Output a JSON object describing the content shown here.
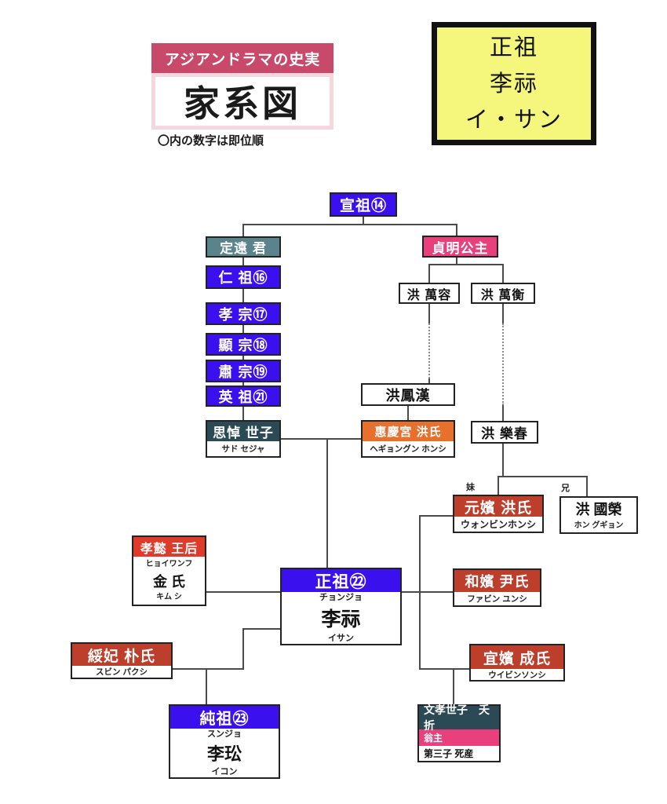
{
  "header": {
    "badge": "アジアンドラマの史実",
    "title": "家系図",
    "note": "〇内の数字は即位順"
  },
  "subject": {
    "line1": "正祖",
    "line2": "李祘",
    "line3": "イ・サン"
  },
  "labels": {
    "younger_sister": "妹",
    "older_brother": "兄"
  },
  "colors": {
    "king_blue": "#3b10ee",
    "princess_pink": "#e8407c",
    "consort_brick": "#bd3e2b",
    "queen_red": "#e03a2a",
    "crown_prince_teal": "#2b4a55",
    "prince_slate": "#5b838c",
    "hyegyeong_orange": "#e7702d",
    "badge_rose": "#c9496b",
    "subject_yellow": "#f5f67c",
    "line_gray": "#4a4a4a"
  },
  "tree": {
    "seonjo": {
      "label": "宣祖⑭"
    },
    "jeongwon": {
      "label": "定遠 君"
    },
    "jeongmyeong": {
      "label": "貞明公主"
    },
    "injo": {
      "label": "仁 祖⑯"
    },
    "hyojong": {
      "label": "孝 宗⑰"
    },
    "hyeonjong": {
      "label": "顯 宗⑱"
    },
    "sukjong": {
      "label": "肅 宗⑲"
    },
    "yeongjo": {
      "label": "英 祖㉑"
    },
    "hong_manyong": {
      "label": "洪 萬容"
    },
    "hong_manhyeong": {
      "label": "洪 萬衡"
    },
    "hong_bonghan": {
      "label": "洪鳳漢"
    },
    "sado": {
      "label": "思悼 世子",
      "sub": "サド セジャ"
    },
    "hyegyeonggung": {
      "label": "惠慶宮 洪氏",
      "sub": "ヘギョングン ホンシ"
    },
    "hong_nakchun": {
      "label": "洪 樂春"
    },
    "wonbin": {
      "label": "元嬪 洪氏",
      "sub": "ウォンビンホンシ"
    },
    "hong_gugyeong": {
      "label": "洪 國榮",
      "sub": "ホン グギョン"
    },
    "hyoui": {
      "label": "孝懿 王后",
      "sub1": "ヒョイワンフ",
      "name": "金 氏",
      "sub2": "キム シ"
    },
    "jeongjo": {
      "label": "正祖㉒",
      "sub1": "チョンジョ",
      "name": "李祘",
      "sub2": "イサン"
    },
    "hwabin": {
      "label": "和嬪 尹氏",
      "sub": "ファビン ユンシ"
    },
    "subin": {
      "label": "綏妃 朴氏",
      "sub": "スビン パクシ"
    },
    "uibin": {
      "label": "宜嬪 成氏",
      "sub": "ウイビンソンシ"
    },
    "sunjo": {
      "label": "純祖㉓",
      "sub1": "スンジョ",
      "name": "李玜",
      "sub2": "イコン"
    },
    "munhyo": {
      "row1": "文孝世子　夭折",
      "row2": "翁主",
      "row3": "第三子 死産"
    }
  }
}
